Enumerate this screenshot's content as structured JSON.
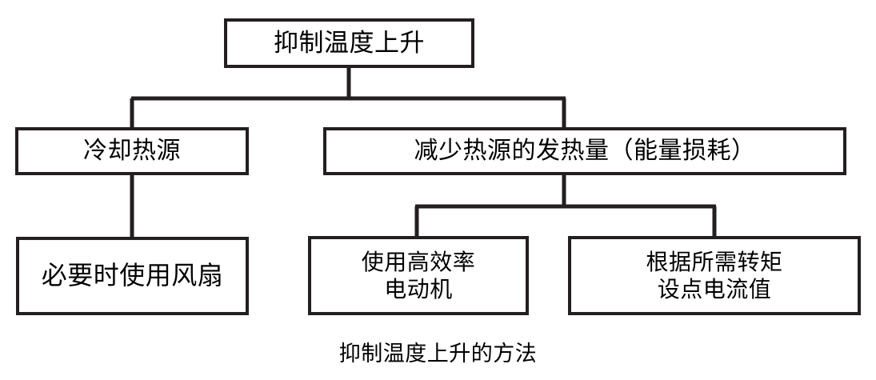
{
  "diagram": {
    "title": "抑制温度上升的方法",
    "line_color": "#231f20",
    "box_fill": "#ffffff",
    "text_color": "#000000",
    "nodes": {
      "root": {
        "label": "抑制温度上升"
      },
      "cooling": {
        "label": "冷却热源"
      },
      "reduce_heat": {
        "label": "减少热源的发热量（能量损耗）"
      },
      "fan": {
        "label": "必要时使用风扇"
      },
      "efficient_motor": {
        "label": "使用高效率\n电动机"
      },
      "current_setpoint": {
        "label": "根据所需转矩\n设点电流值"
      }
    },
    "edges": [
      {
        "from": "root",
        "to": "cooling"
      },
      {
        "from": "root",
        "to": "reduce_heat"
      },
      {
        "from": "cooling",
        "to": "fan"
      },
      {
        "from": "reduce_heat",
        "to": "efficient_motor"
      },
      {
        "from": "reduce_heat",
        "to": "current_setpoint"
      }
    ]
  }
}
